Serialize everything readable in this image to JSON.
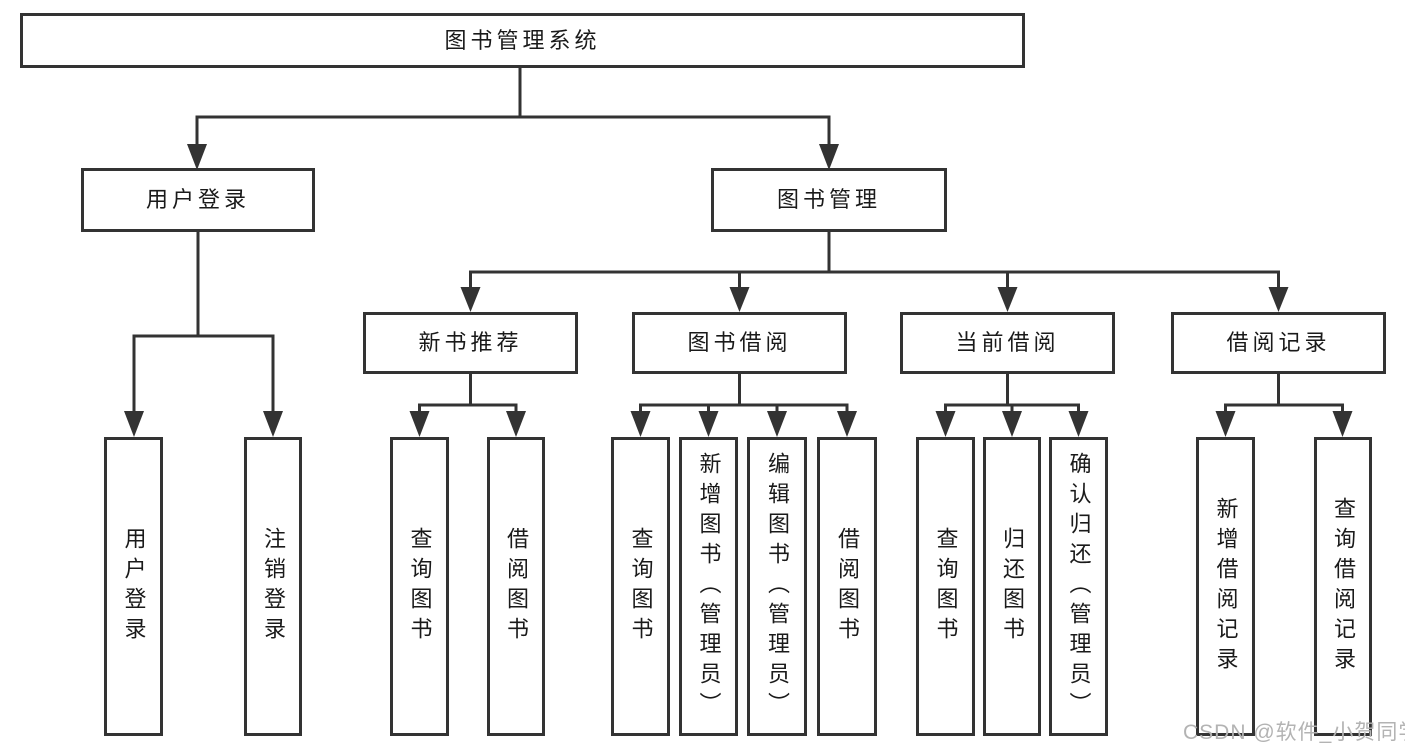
{
  "nodes": {
    "root": {
      "label": "图书管理系统"
    },
    "user_login": {
      "label": "用户登录"
    },
    "book_management": {
      "label": "图书管理"
    },
    "new_book_recommend": {
      "label": "新书推荐"
    },
    "book_borrow": {
      "label": "图书借阅"
    },
    "current_borrow": {
      "label": "当前借阅"
    },
    "borrow_records": {
      "label": "借阅记录"
    },
    "leaf_user_login": {
      "label": "用户登录"
    },
    "leaf_logout": {
      "label": "注销登录"
    },
    "leaf_nbr_query": {
      "label": "查询图书"
    },
    "leaf_nbr_borrow": {
      "label": "借阅图书"
    },
    "leaf_bb_query": {
      "label": "查询图书"
    },
    "leaf_bb_add": {
      "label": "新增图书（管理员）"
    },
    "leaf_bb_edit": {
      "label": "编辑图书（管理员）"
    },
    "leaf_bb_borrow": {
      "label": "借阅图书"
    },
    "leaf_cb_query": {
      "label": "查询图书"
    },
    "leaf_cb_return": {
      "label": "归还图书"
    },
    "leaf_cb_confirm": {
      "label": "确认归还（管理员）"
    },
    "leaf_br_add": {
      "label": "新增借阅记录"
    },
    "leaf_br_query": {
      "label": "查询借阅记录"
    }
  },
  "watermark": "CSDN @软件_小贺同学",
  "colors": {
    "line": "#333333",
    "text": "#1a1a1a",
    "box_background": "#ffffff",
    "watermark": "#b3b3b3"
  }
}
